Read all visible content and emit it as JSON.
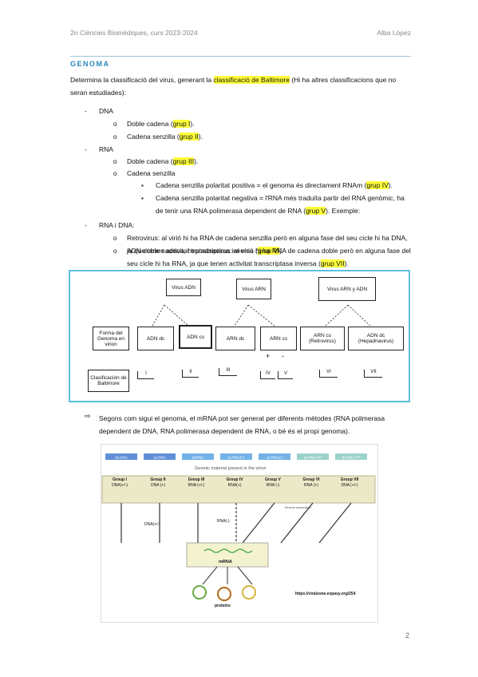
{
  "header": {
    "left": "2n Ciències Biomèdiques, curs 2023-2024",
    "right": "Alba López"
  },
  "section_title": "GENOMA",
  "intro": {
    "pre": "Determina la classificació del virus, generant la ",
    "highlight": "classificació de Baltimore",
    "post": " (Hi ha altres classificacions que no seran estudiades):"
  },
  "list": {
    "dna": "DNA",
    "dna_double_pre": "Doble cadena (",
    "dna_double_hl": "grup I",
    "dna_double_post": ").",
    "dna_single_pre": "Cadena senzilla (",
    "dna_single_hl": "grup II",
    "dna_single_post": ").",
    "rna": "RNA",
    "rna_double_pre": "Doble cadena (",
    "rna_double_hl": "grup III",
    "rna_double_post": ").",
    "rna_single": "Cadena senzilla",
    "pos_pre": "Cadena senzilla polaritat positiva = el genoma és directament RNAm (",
    "pos_hl": "grup IV",
    "pos_post": ").",
    "neg_pre": "Cadena senzilla polaritat negativa = l'RNA més traduïta partir del RNA genòmic, ha de tenir una RNA polimerasa dependent de RNA (",
    "neg_hl": "grup V",
    "neg_post": "). Exemple:",
    "rna_dna": "RNA i DNA:",
    "retro_pre": "Retrovirus: al virió hi ha RNA de cadena senzilla però en alguna fase del seu cicle hi ha DNA, ja que tenen activitat transcriptasa inversa (",
    "retro_hl": "grup VI",
    "retro_post": ").",
    "hepad_pre": "ADN doble cadena, heptadnavirus: al virió hi ha RNA de cadena doble però en alguna fase del seu cicle hi ha RNA, ja que tenen activitat transcriptasa inversa (",
    "hepad_hl": "grup VII",
    "hepad_post": ")."
  },
  "diagram": {
    "top": [
      "Virus ADN",
      "Virus ARN",
      "Virus ARN y ADN"
    ],
    "forma": "Forma del Genoma en virion",
    "mid": [
      "ADN dc",
      "ADN cs",
      "ARN dc",
      "ARN cs",
      "ARN cs (Retrovirus)",
      "ADN dc (Hepadnavirus)"
    ],
    "plus": "+",
    "minus": "-",
    "classif": "Clasificación de Baltimore",
    "groups": [
      "I",
      "II",
      "III",
      "IV",
      "V",
      "VI",
      "VII"
    ]
  },
  "arrow_text": "Segons com sigui el genoma, el mRNA pot ser generat per diferents mètodes (RNA polimerasa dependent de DNA, RNA polimerasa dependent de RNA, o bé és el propi genoma).",
  "figure": {
    "caption": "Genetic material present in the virion",
    "top_tags": [
      "ds DNA",
      "ss DNA",
      "dsRNA",
      "ss RNA(+)",
      "ss RNA(-)",
      "ss RNA-RT",
      "ds DNA-RT"
    ],
    "groups": [
      {
        "name": "Group I",
        "mat": "DNA(+/-)"
      },
      {
        "name": "Group II",
        "mat": "DNA (+)"
      },
      {
        "name": "Group III",
        "mat": "RNA (+/-)"
      },
      {
        "name": "Group IV",
        "mat": "RNA(+)"
      },
      {
        "name": "Group V",
        "mat": "RNA (-)"
      },
      {
        "name": "Group VI",
        "mat": "RNA (+)"
      },
      {
        "name": "Group VII",
        "mat": "DNA (+/-)"
      }
    ],
    "dna_mid": "DNA(+/-)",
    "rna_mid": "RNA(-)",
    "mrna": "mRNA",
    "proteins": "proteins",
    "url": "https://viralzone.expasy.org/254",
    "rt_label": "Reverse transcription"
  },
  "page_number": "2",
  "colors": {
    "accent": "#2c86b5",
    "highlight": "#ffff3a",
    "frame": "#5cc0e0",
    "mrna_box": "#f3f3cf"
  }
}
